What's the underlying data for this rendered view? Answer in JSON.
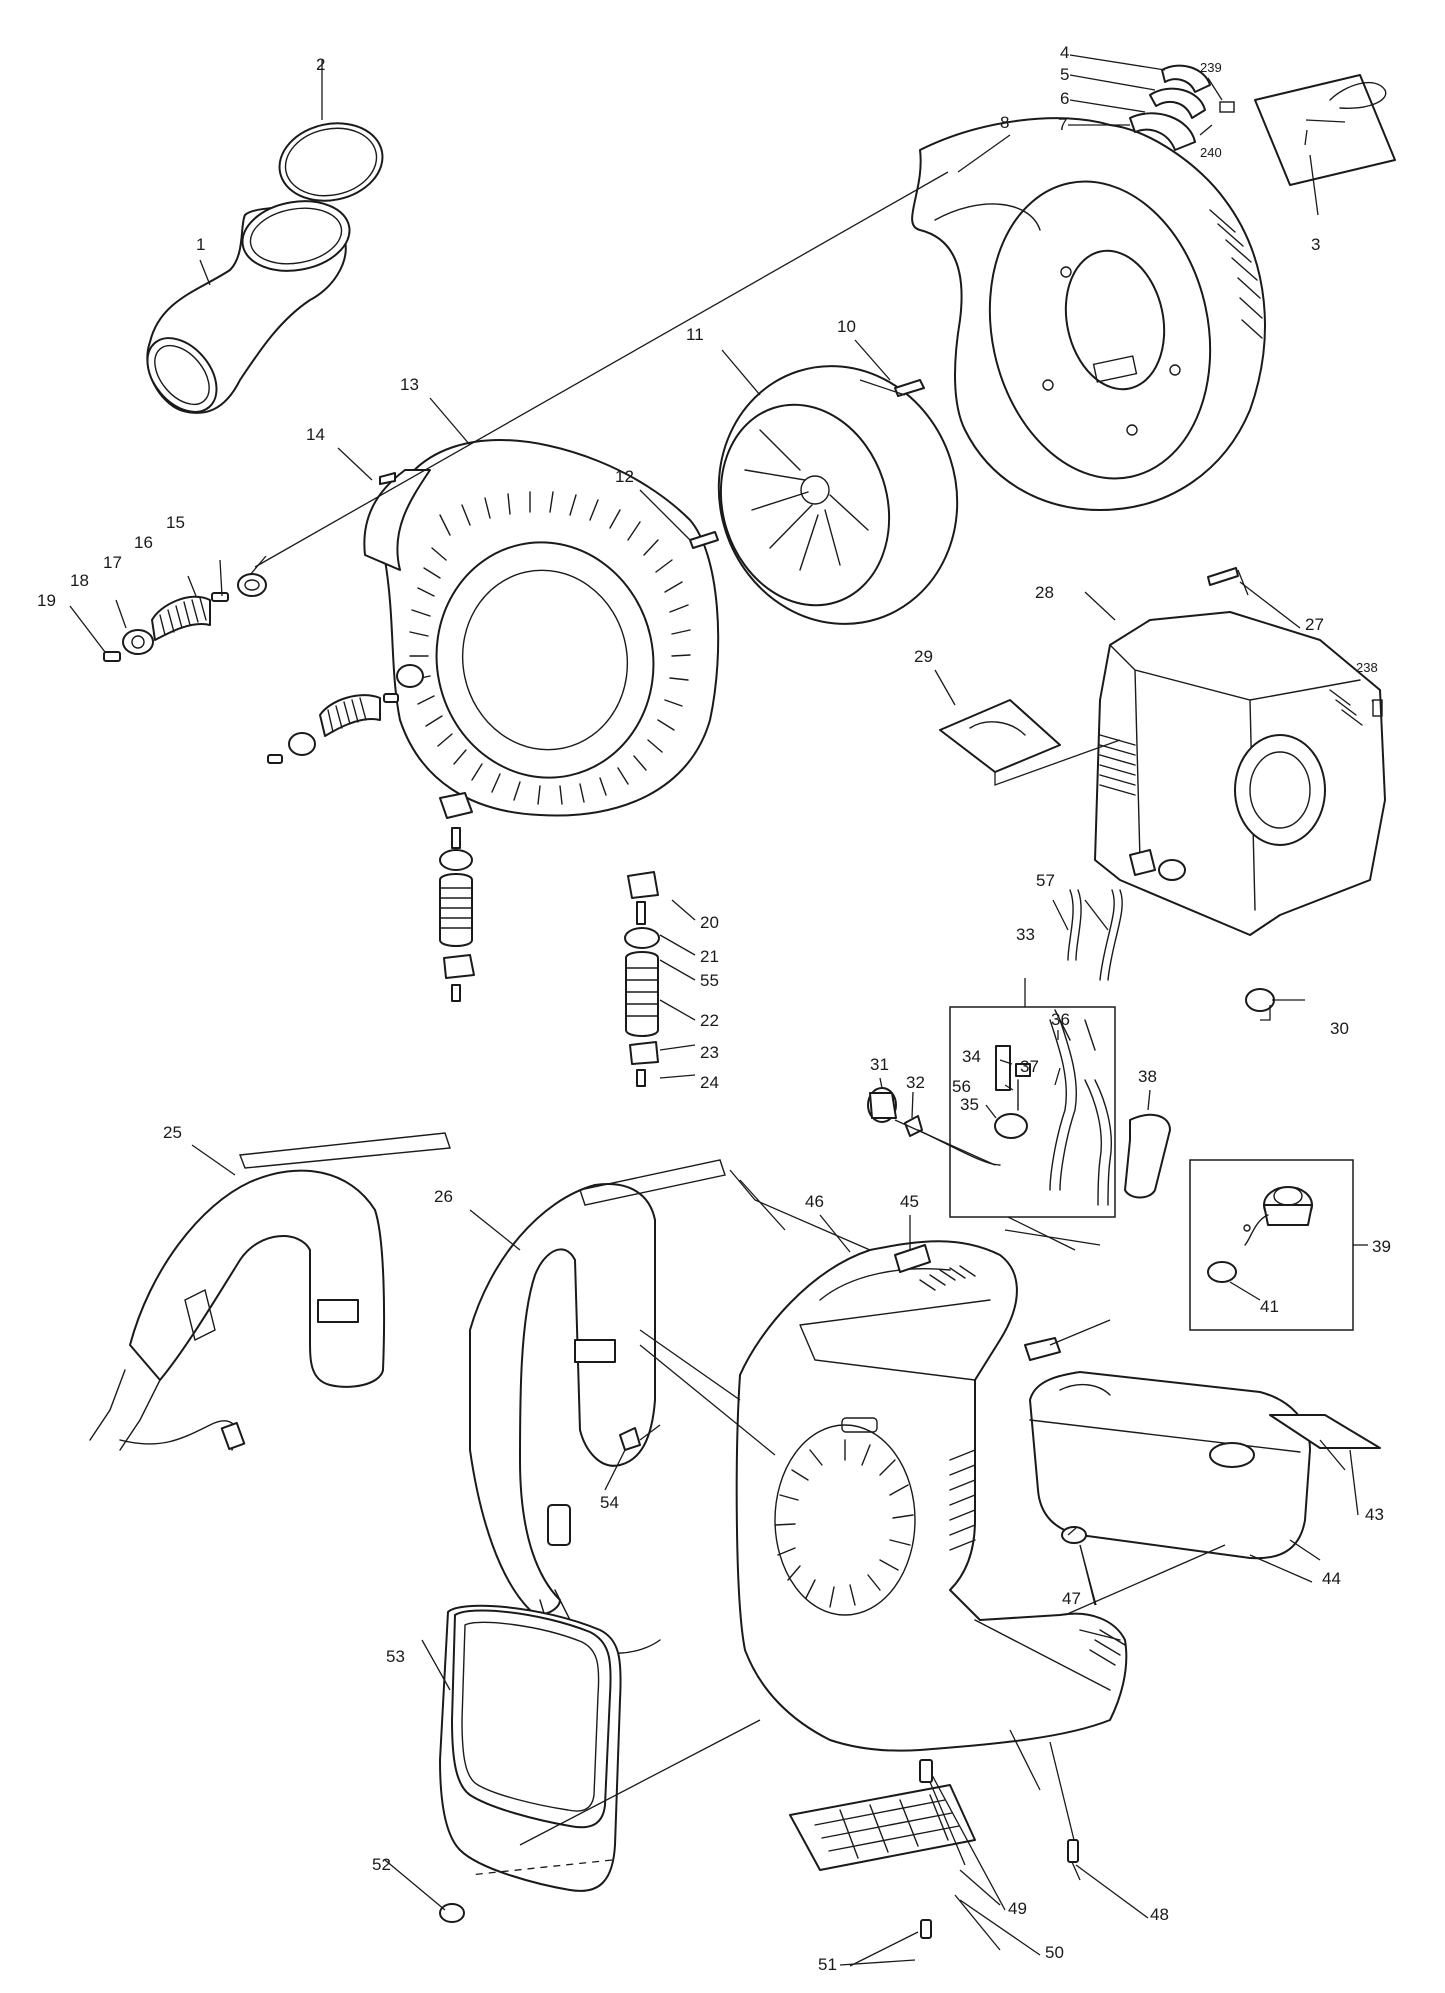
{
  "callouts": {
    "p1": "1",
    "p2": "2",
    "p3": "3",
    "p4": "4",
    "p5": "5",
    "p6": "6",
    "p7": "7",
    "p8": "8",
    "p10": "10",
    "p11": "11",
    "p12": "12",
    "p13": "13",
    "p14": "14",
    "p15": "15",
    "p16": "16",
    "p17": "17",
    "p18": "18",
    "p19": "19",
    "p20": "20",
    "p21": "21",
    "p22": "22",
    "p23": "23",
    "p24": "24",
    "p25": "25",
    "p26": "26",
    "p27": "27",
    "p28": "28",
    "p29": "29",
    "p30": "30",
    "p31": "31",
    "p32": "32",
    "p33": "33",
    "p34": "34",
    "p35": "35",
    "p36": "36",
    "p37": "37",
    "p38": "38",
    "p39": "39",
    "p41": "41",
    "p43": "43",
    "p44": "44",
    "p45": "45",
    "p46": "46",
    "p47": "47",
    "p48": "48",
    "p49": "49",
    "p50": "50",
    "p51": "51",
    "p52": "52",
    "p53": "53",
    "p54": "54",
    "p55": "55",
    "p56": "56",
    "p57": "57",
    "p238": "238",
    "p239": "239",
    "p240": "240"
  },
  "colors": {
    "ink": "#1a1a1a",
    "background": "#ffffff"
  }
}
